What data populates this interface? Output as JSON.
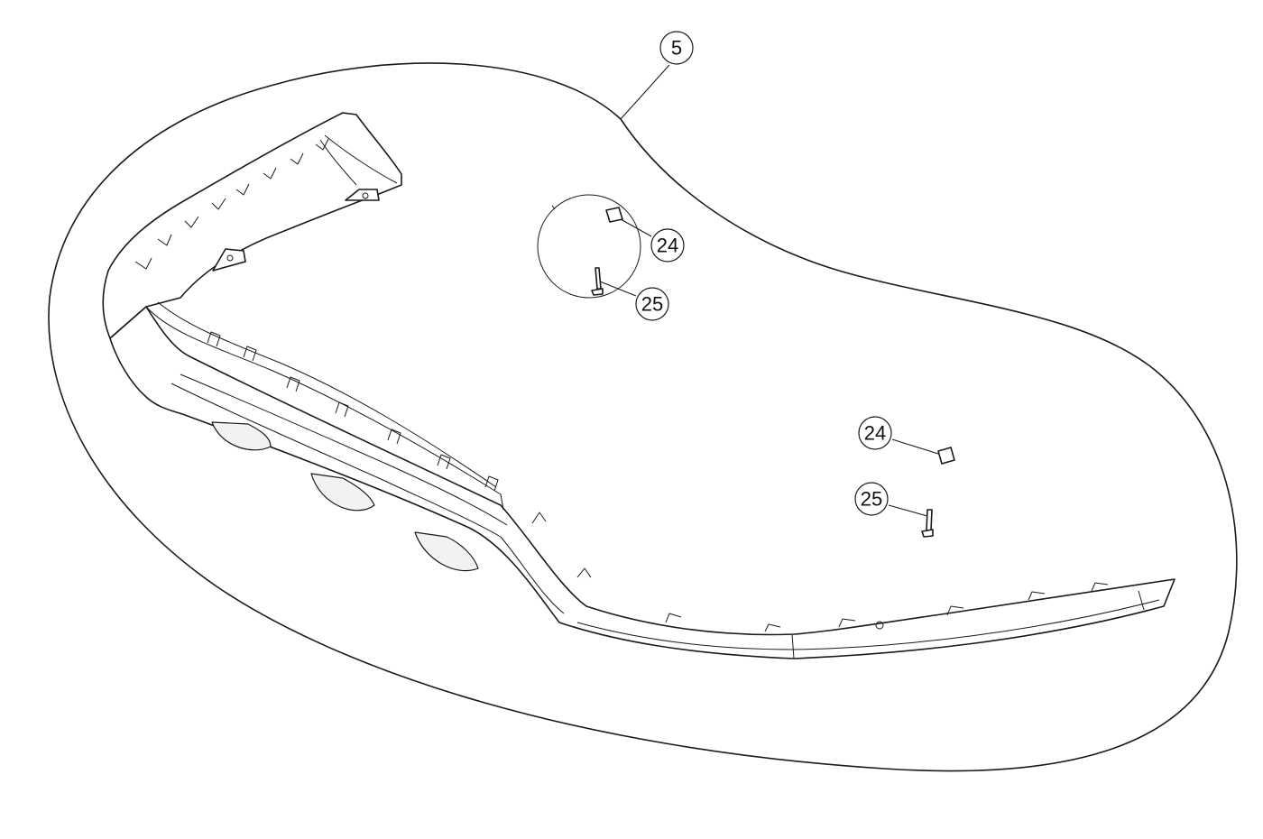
{
  "callouts": {
    "assembly": "5",
    "clip_detail": "24",
    "screw_detail": "25",
    "clip": "24",
    "screw": "25"
  },
  "colors": {
    "line": "#1a1a1a",
    "background": "#ffffff"
  }
}
